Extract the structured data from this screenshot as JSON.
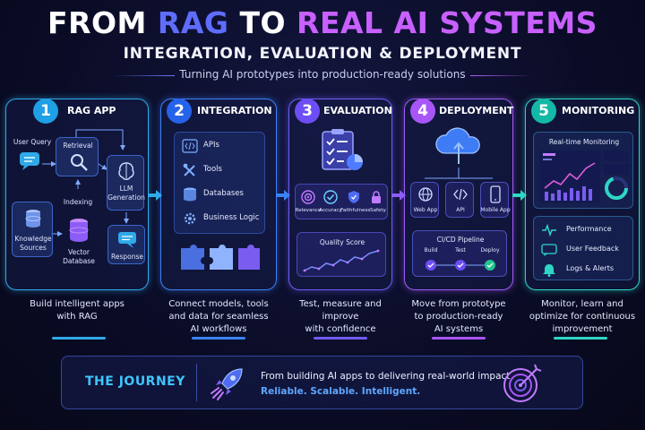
{
  "header": {
    "title_part1": "FROM",
    "title_part2": "RAG",
    "title_part3": "TO",
    "title_part4": "REAL AI SYSTEMS",
    "subtitle": "INTEGRATION, EVALUATION & DEPLOYMENT",
    "tagline": "Turning AI prototypes into production-ready solutions"
  },
  "colors": {
    "stage1": "#2fa9e8",
    "stage2": "#3b82f6",
    "stage3": "#6f5cf7",
    "stage4": "#9f5cf7",
    "stage5": "#2fd6c5",
    "accent_pink": "#c860ff"
  },
  "stages": [
    {
      "number": "1",
      "title": "RAG APP",
      "nodes": {
        "user_query": "User Query",
        "retrieval": "Retrieval",
        "indexing": "Indexing",
        "llm": "LLM",
        "llm2": "Generation",
        "knowledge": "Knowledge",
        "knowledge2": "Sources",
        "vector": "Vector",
        "vector2": "Database",
        "response": "Response"
      },
      "desc_line1": "Build intelligent apps",
      "desc_line2": "with RAG",
      "desc_line3": ""
    },
    {
      "number": "2",
      "title": "INTEGRATION",
      "items": [
        "APIs",
        "Tools",
        "Databases",
        "Business Logic"
      ],
      "icons": [
        "code-icon",
        "tools-icon",
        "database-icon",
        "gear-icon"
      ],
      "desc_line1": "Connect models, tools",
      "desc_line2": "and data for seamless",
      "desc_line3": "AI workflows"
    },
    {
      "number": "3",
      "title": "EVALUATION",
      "metrics": [
        "Relevance",
        "Accuracy",
        "Faithfulness",
        "Safety"
      ],
      "quality_label": "Quality Score",
      "desc_line1": "Test, measure and improve",
      "desc_line2": "with confidence",
      "desc_line3": ""
    },
    {
      "number": "4",
      "title": "DEPLOYMENT",
      "targets": [
        "Web App",
        "API",
        "Mobile App"
      ],
      "pipeline_label": "CI/CD Pipeline",
      "pipeline_steps": [
        "Build",
        "Test",
        "Deploy"
      ],
      "desc_line1": "Move from prototype",
      "desc_line2": "to production-ready",
      "desc_line3": "AI systems"
    },
    {
      "number": "5",
      "title": "MONITORING",
      "panel_label": "Real-time Monitoring",
      "items": [
        "Performance",
        "User Feedback",
        "Logs & Alerts"
      ],
      "desc_line1": "Monitor, learn and",
      "desc_line2": "optimize for continuous",
      "desc_line3": "improvement"
    }
  ],
  "journey": {
    "label": "THE JOURNEY",
    "line1": "From building AI apps to delivering real-world impact",
    "line2": "Reliable. Scalable. Intelligent."
  }
}
